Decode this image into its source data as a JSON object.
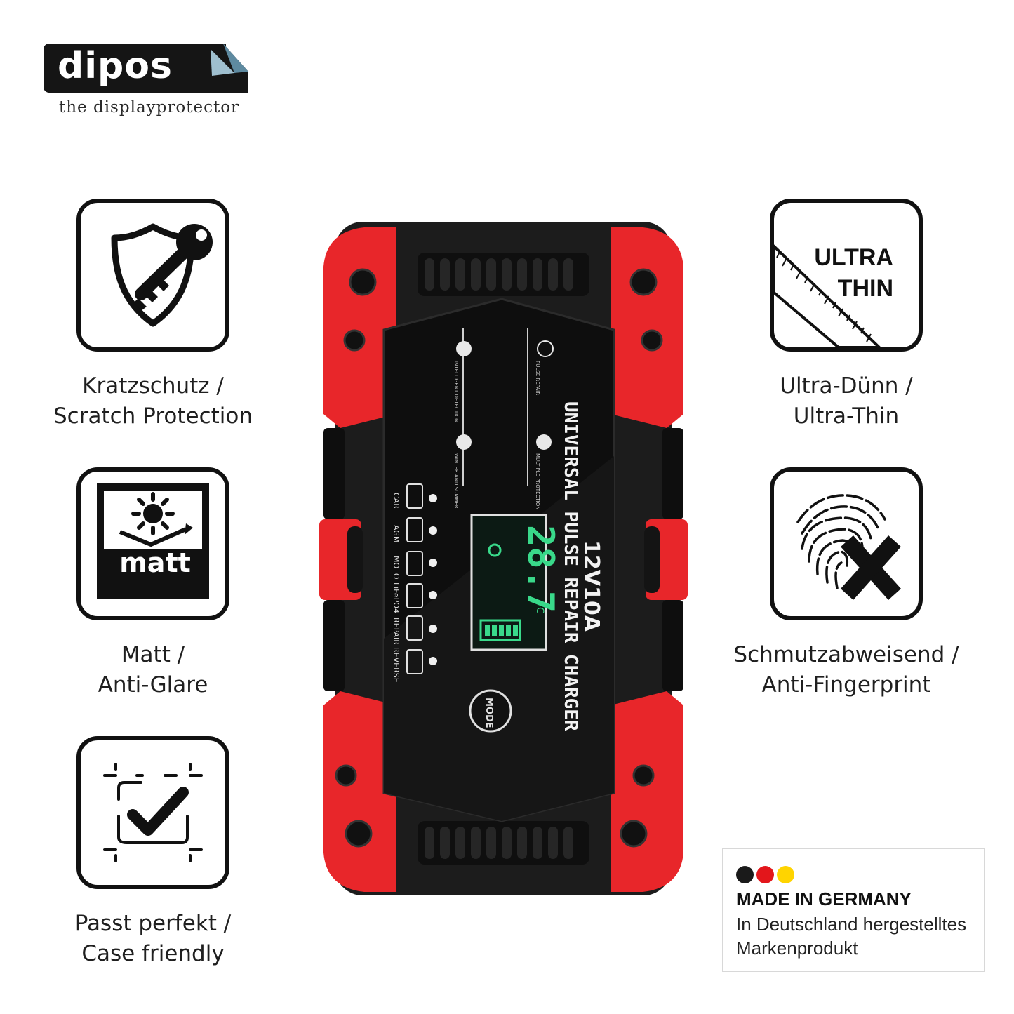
{
  "brand": {
    "name": "dipos",
    "tagline": "the displayprotector"
  },
  "features": [
    {
      "icon": "shield-key-icon",
      "line1": "Kratzschutz /",
      "line2": "Scratch Protection"
    },
    {
      "icon": "matt-sun-icon",
      "line1": "Matt /",
      "line2": "Anti-Glare",
      "tile_text": "matt"
    },
    {
      "icon": "case-check-icon",
      "line1": "Passt perfekt /",
      "line2": "Case friendly"
    },
    {
      "icon": "ultra-thin-ruler-icon",
      "line1": "Ultra-Dünn /",
      "line2": "Ultra-Thin",
      "tile_line1": "ULTRA",
      "tile_line2": "THIN"
    },
    {
      "icon": "fingerprint-x-icon",
      "line1": "Schmutzabweisend /",
      "line2": "Anti-Fingerprint"
    }
  ],
  "product": {
    "model": "12V10A",
    "title": "UNIVERSAL PULSE REPAIR CHARGER",
    "display_value": "28.7",
    "display_unit": "°C",
    "mode_button": "MODE",
    "indicators": [
      "INTELLIGENT DETECTION",
      "WINTER AND SUMMER",
      "PULSE REPAIR",
      "MULTIPLE PROTECTION"
    ],
    "modes": [
      "CAR",
      "AGM",
      "MOTO",
      "LiFePO4",
      "REPAIR",
      "REVERSE"
    ],
    "colors": {
      "body": "#e8262a",
      "shell": "#1c1c1c",
      "panel": "#0e0e0e",
      "lcd": "#39d98a"
    }
  },
  "badge": {
    "title": "MADE IN GERMANY",
    "line1": "In Deutschland hergestelltes",
    "line2": "Markenprodukt",
    "colors": [
      "#1a1a1a",
      "#e3161b",
      "#ffd400"
    ]
  }
}
